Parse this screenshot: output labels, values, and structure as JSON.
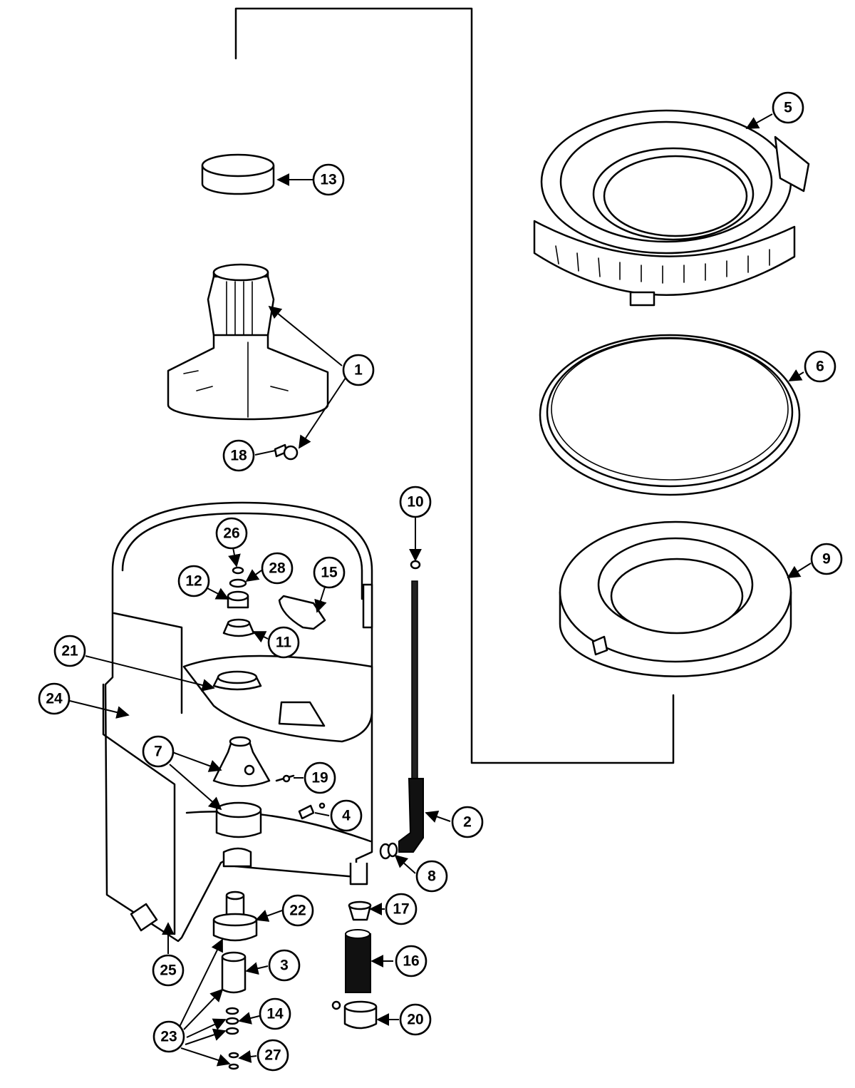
{
  "callouts": {
    "c1": "1",
    "c2": "2",
    "c3": "3",
    "c4": "4",
    "c5": "5",
    "c6": "6",
    "c7": "7",
    "c8": "8",
    "c9": "9",
    "c10": "10",
    "c11": "11",
    "c12": "12",
    "c13": "13",
    "c14": "14",
    "c15": "15",
    "c16": "16",
    "c17": "17",
    "c18": "18",
    "c19": "19",
    "c20": "20",
    "c21": "21",
    "c22": "22",
    "c23": "23",
    "c24": "24",
    "c25": "25",
    "c26": "26",
    "c27": "27",
    "c28": "28"
  },
  "colors": {
    "line": "#000000",
    "background": "#ffffff",
    "fill_dark": "#111111"
  }
}
